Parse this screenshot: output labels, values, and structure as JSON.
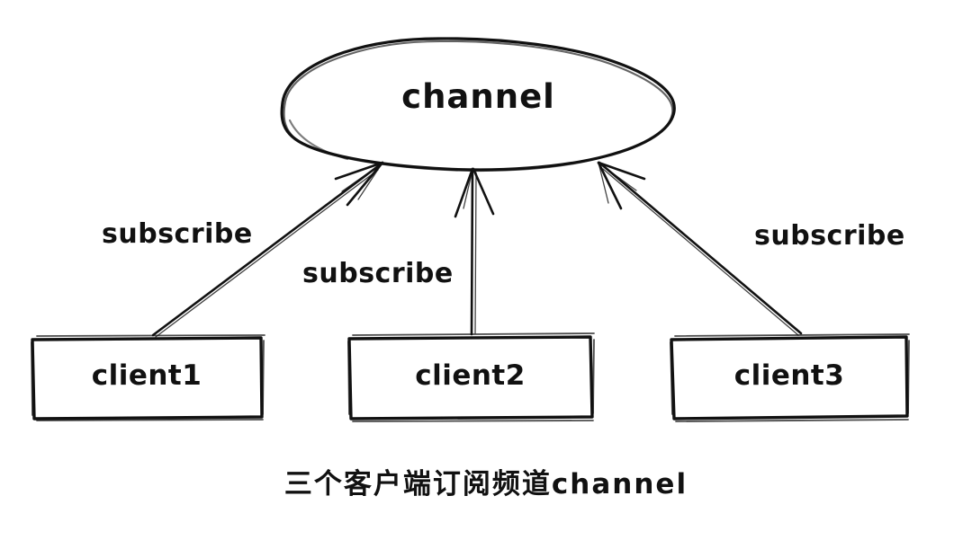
{
  "diagram": {
    "style": "hand-drawn-sketch",
    "background_color": "#ffffff",
    "ink_color": "#111111",
    "channel": {
      "label": "channel",
      "shape": "ellipse"
    },
    "clients": [
      {
        "label": "client1",
        "shape": "rectangle"
      },
      {
        "label": "client2",
        "shape": "rectangle"
      },
      {
        "label": "client3",
        "shape": "rectangle"
      }
    ],
    "edges": [
      {
        "from": "client1",
        "to": "channel",
        "label": "subscribe"
      },
      {
        "from": "client2",
        "to": "channel",
        "label": "subscribe"
      },
      {
        "from": "client3",
        "to": "channel",
        "label": "subscribe"
      }
    ],
    "caption": "三个客户端订阅频道channel"
  }
}
